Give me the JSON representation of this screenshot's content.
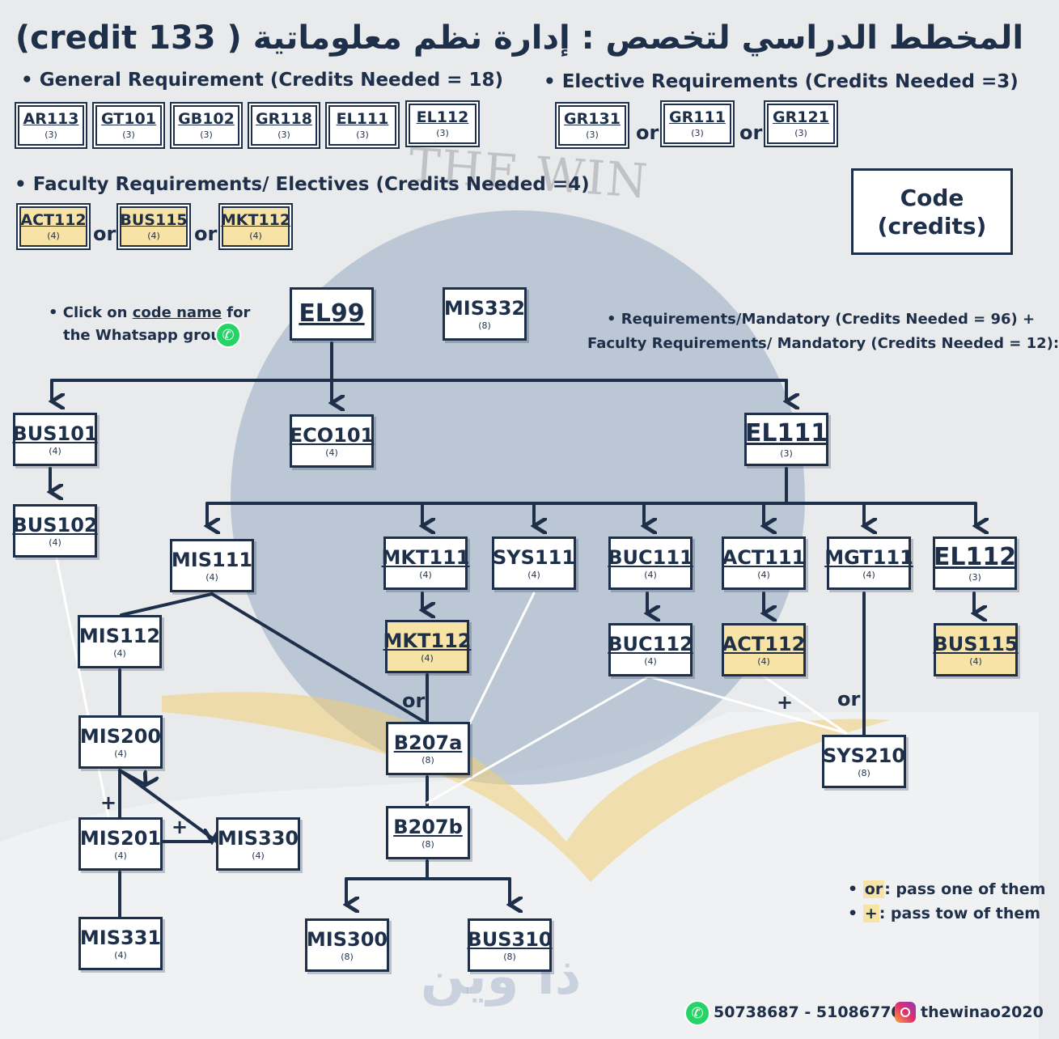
{
  "title": "المخطط الدراسي لتخصص :  إدارة نظم معلوماتية  ( 133 credit)",
  "watermark": "THE WIN",
  "watermark_ar": "ذا وين",
  "sections": {
    "general": "• General Requirement (Credits Needed = 18)",
    "elective": "• Elective Requirements (Credits Needed =3)",
    "faculty_electives": "• Faculty Requirements/ Electives (Credits Needed =4)",
    "mandatory_line1": "• Requirements/Mandatory (Credits Needed = 96) +",
    "mandatory_line2": "Faculty Requirements/ Mandatory (Credits Needed = 12):"
  },
  "legend_box": {
    "line1": "Code",
    "line2": "(credits)"
  },
  "click_note": {
    "prefix": "• Click on ",
    "link": "code name",
    "suffix": " for",
    "line2": "the Whatsapp group"
  },
  "or_word": "or",
  "plus_sign": "+",
  "key": {
    "or_term": "or",
    "or_desc": ": pass one of them",
    "plus_term": "+",
    "plus_desc": ": pass tow of them"
  },
  "footer": {
    "phones": "50738687 - 51086770",
    "instagram": "thewinao2020"
  },
  "icons": {
    "whatsapp": "whatsapp-icon",
    "instagram": "instagram-icon"
  },
  "colors": {
    "navy": "#1e2f4a",
    "highlight": "#f7e3a6",
    "background": "#e9eaec"
  },
  "courses": {
    "AR113": {
      "code": "AR113",
      "credits": "(3)"
    },
    "GT101": {
      "code": "GT101",
      "credits": "(3)"
    },
    "GB102": {
      "code": "GB102",
      "credits": "(3)"
    },
    "GR118": {
      "code": "GR118",
      "credits": "(3)"
    },
    "EL111a": {
      "code": "EL111",
      "credits": "(3)"
    },
    "EL112a": {
      "code": "EL112",
      "credits": "(3)"
    },
    "GR131": {
      "code": "GR131",
      "credits": "(3)"
    },
    "GR111": {
      "code": "GR111",
      "credits": "(3)"
    },
    "GR121": {
      "code": "GR121",
      "credits": "(3)"
    },
    "ACT112a": {
      "code": "ACT112",
      "credits": "(4)"
    },
    "BUS115a": {
      "code": "BUS115",
      "credits": "(4)"
    },
    "MKT112a": {
      "code": "MKT112",
      "credits": "(4)"
    },
    "EL99": {
      "code": "EL99",
      "credits": ""
    },
    "MIS332": {
      "code": "MIS332",
      "credits": "(8)"
    },
    "BUS101": {
      "code": "BUS101",
      "credits": "(4)"
    },
    "ECO101": {
      "code": "ECO101",
      "credits": "(4)"
    },
    "EL111": {
      "code": "EL111",
      "credits": "(3)"
    },
    "BUS102": {
      "code": "BUS102",
      "credits": "(4)"
    },
    "MIS111": {
      "code": "MIS111",
      "credits": "(4)"
    },
    "MKT111": {
      "code": "MKT111",
      "credits": "(4)"
    },
    "SYS111": {
      "code": "SYS111",
      "credits": "(4)"
    },
    "BUC111": {
      "code": "BUC111",
      "credits": "(4)"
    },
    "ACT111": {
      "code": "ACT111",
      "credits": "(4)"
    },
    "MGT111": {
      "code": "MGT111",
      "credits": "(4)"
    },
    "EL112": {
      "code": "EL112",
      "credits": "(3)"
    },
    "MIS112": {
      "code": "MIS112",
      "credits": "(4)"
    },
    "MKT112": {
      "code": "MKT112",
      "credits": "(4)"
    },
    "BUC112": {
      "code": "BUC112",
      "credits": "(4)"
    },
    "ACT112": {
      "code": "ACT112",
      "credits": "(4)"
    },
    "BUS115": {
      "code": "BUS115",
      "credits": "(4)"
    },
    "MIS200": {
      "code": "MIS200",
      "credits": "(4)"
    },
    "B207a": {
      "code": "B207a",
      "credits": "(8)"
    },
    "SYS210": {
      "code": "SYS210",
      "credits": "(8)"
    },
    "MIS201": {
      "code": "MIS201",
      "credits": "(4)"
    },
    "MIS330": {
      "code": "MIS330",
      "credits": "(4)"
    },
    "B207b": {
      "code": "B207b",
      "credits": "(8)"
    },
    "MIS331": {
      "code": "MIS331",
      "credits": "(4)"
    },
    "MIS300": {
      "code": "MIS300",
      "credits": "(8)"
    },
    "BUS310": {
      "code": "BUS310",
      "credits": "(8)"
    }
  }
}
